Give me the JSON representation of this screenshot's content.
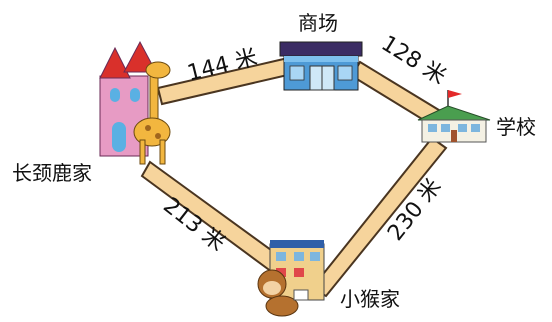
{
  "places": {
    "mall": "商场",
    "school": "学校",
    "giraffe_home": "长颈鹿家",
    "monkey_home": "小猴家"
  },
  "distances": {
    "giraffe_to_mall": "144 米",
    "mall_to_school": "128 米",
    "giraffe_to_monkey": "213 米",
    "monkey_to_school": "230 米"
  },
  "colors": {
    "road_fill": "#f6d49c",
    "road_edge": "#4a3520"
  }
}
